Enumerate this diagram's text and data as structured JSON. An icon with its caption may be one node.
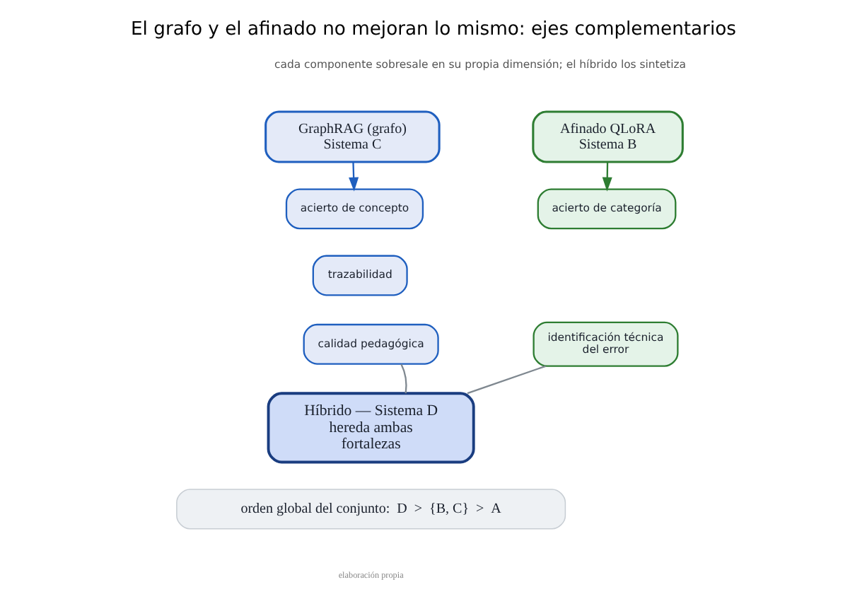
{
  "diagram": {
    "title": "El grafo y el afinado no mejoran lo mismo: ejes complementarios",
    "caption": "elaboración propia",
    "nodes": [
      {
        "text": [
          "GraphRAG (grafo) Sistema C"
        ]
      },
      {
        "text": [
          "acierto de concepto"
        ]
      },
      {
        "text": [
          "trazabilidad"
        ]
      },
      {
        "text": [
          "calidad pedagógica"
        ]
      },
      {
        "text": [
          "Afinado QLoRA Sistema B"
        ]
      },
      {
        "text": [
          "acierto de categoría"
        ]
      },
      {
        "text": [
          "identificación técnica del error"
        ]
      },
      {
        "text": [
          "Híbrido — Sistema D hereda ambas fortalezas"
        ]
      },
      {
        "text": [
          "orden global del conjunto:  D  >  {B, C}  >  A"
        ]
      }
    ],
    "edges": [
      {
        "from": 0,
        "to": 1,
        "arrow": "to",
        "color": "#1f5fbf"
      },
      {
        "from": 4,
        "to": 5,
        "arrow": "to",
        "color": "#2e7d32"
      },
      {
        "from": 3,
        "to": 7,
        "arrow": "none",
        "color": "#7f8890"
      },
      {
        "from": 6,
        "to": 7,
        "arrow": "none",
        "color": "#7f8890"
      }
    ],
    "labels": [
      "cada componente sobresale en su propia dimensión; el híbrido los sintetiza"
    ]
  }
}
